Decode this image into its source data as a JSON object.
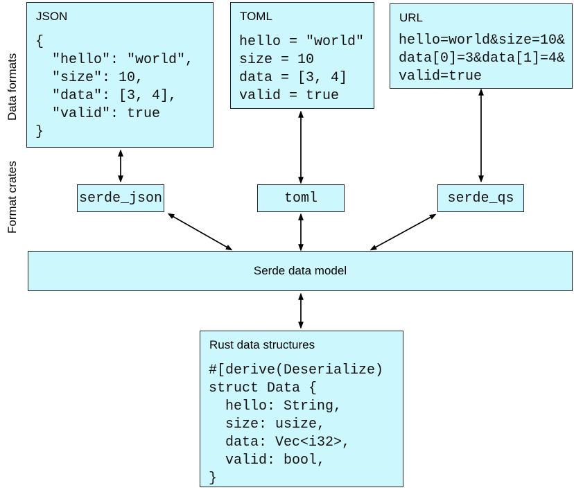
{
  "side_labels": {
    "data_formats": "Data formats",
    "format_crates": "Format crates"
  },
  "format_boxes": [
    {
      "title": "JSON",
      "code": "{\n  \"hello\": \"world\",\n  \"size\": 10,\n  \"data\": [3, 4],\n  \"valid\": true\n}"
    },
    {
      "title": "TOML",
      "code": "hello = \"world\"\nsize = 10\ndata = [3, 4]\nvalid = true"
    },
    {
      "title": "URL",
      "code": "hello=world&size=10&\ndata[0]=3&data[1]=4&\nvalid=true"
    }
  ],
  "crate_boxes": [
    {
      "label": "serde_json"
    },
    {
      "label": "toml"
    },
    {
      "label": "serde_qs"
    }
  ],
  "serde_model": {
    "label": "Serde data model"
  },
  "rust_box": {
    "title": "Rust data structures",
    "code": "#[derive(Deserialize)\nstruct Data {\n  hello: String,\n  size: usize,\n  data: Vec<i32>,\n  valid: bool,\n}"
  },
  "connections": [
    {
      "from": "JSON",
      "to": "serde_json",
      "bidirectional": true
    },
    {
      "from": "TOML",
      "to": "toml",
      "bidirectional": true
    },
    {
      "from": "URL",
      "to": "serde_qs",
      "bidirectional": true
    },
    {
      "from": "serde_json",
      "to": "Serde data model",
      "bidirectional": true
    },
    {
      "from": "toml",
      "to": "Serde data model",
      "bidirectional": true
    },
    {
      "from": "serde_qs",
      "to": "Serde data model",
      "bidirectional": true
    },
    {
      "from": "Serde data model",
      "to": "Rust data structures",
      "bidirectional": true
    }
  ],
  "colors": {
    "box_fill": "#ccf7fc",
    "box_border": "#1f2426",
    "arrow": "#000000",
    "background": "#ffffff"
  }
}
